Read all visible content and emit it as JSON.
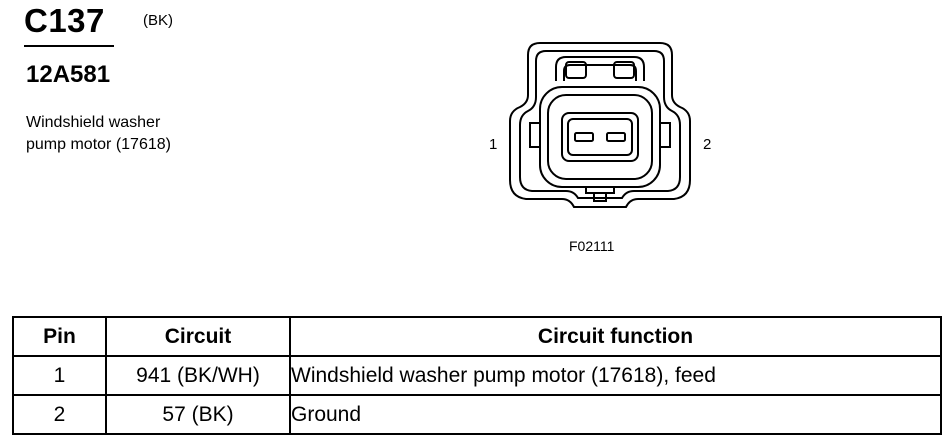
{
  "header": {
    "connector_id": "C137",
    "color_code": "(BK)",
    "part_number": "12A581",
    "description_line1": "Windshield washer",
    "description_line2": "pump motor (17618)"
  },
  "diagram": {
    "pin_left_label": "1",
    "pin_right_label": "2",
    "figure_code": "F02111"
  },
  "table": {
    "headers": {
      "pin": "Pin",
      "circuit": "Circuit",
      "function": "Circuit function"
    },
    "rows": [
      {
        "pin": "1",
        "circuit": "941 (BK/WH)",
        "function": "Windshield washer pump motor (17618), feed"
      },
      {
        "pin": "2",
        "circuit": "57 (BK)",
        "function": "Ground"
      }
    ]
  }
}
